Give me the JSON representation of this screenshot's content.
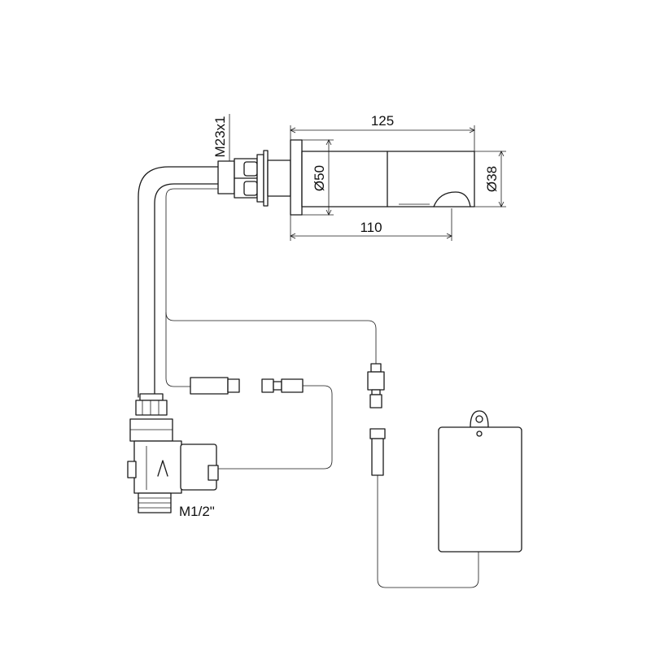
{
  "dimensions": {
    "spout_length_total": "125",
    "spout_length_body": "110",
    "flange_diameter": "Ø50",
    "spout_diameter": "Ø38",
    "inlet_thread": "M23x1",
    "valve_thread": "M1/2\""
  }
}
